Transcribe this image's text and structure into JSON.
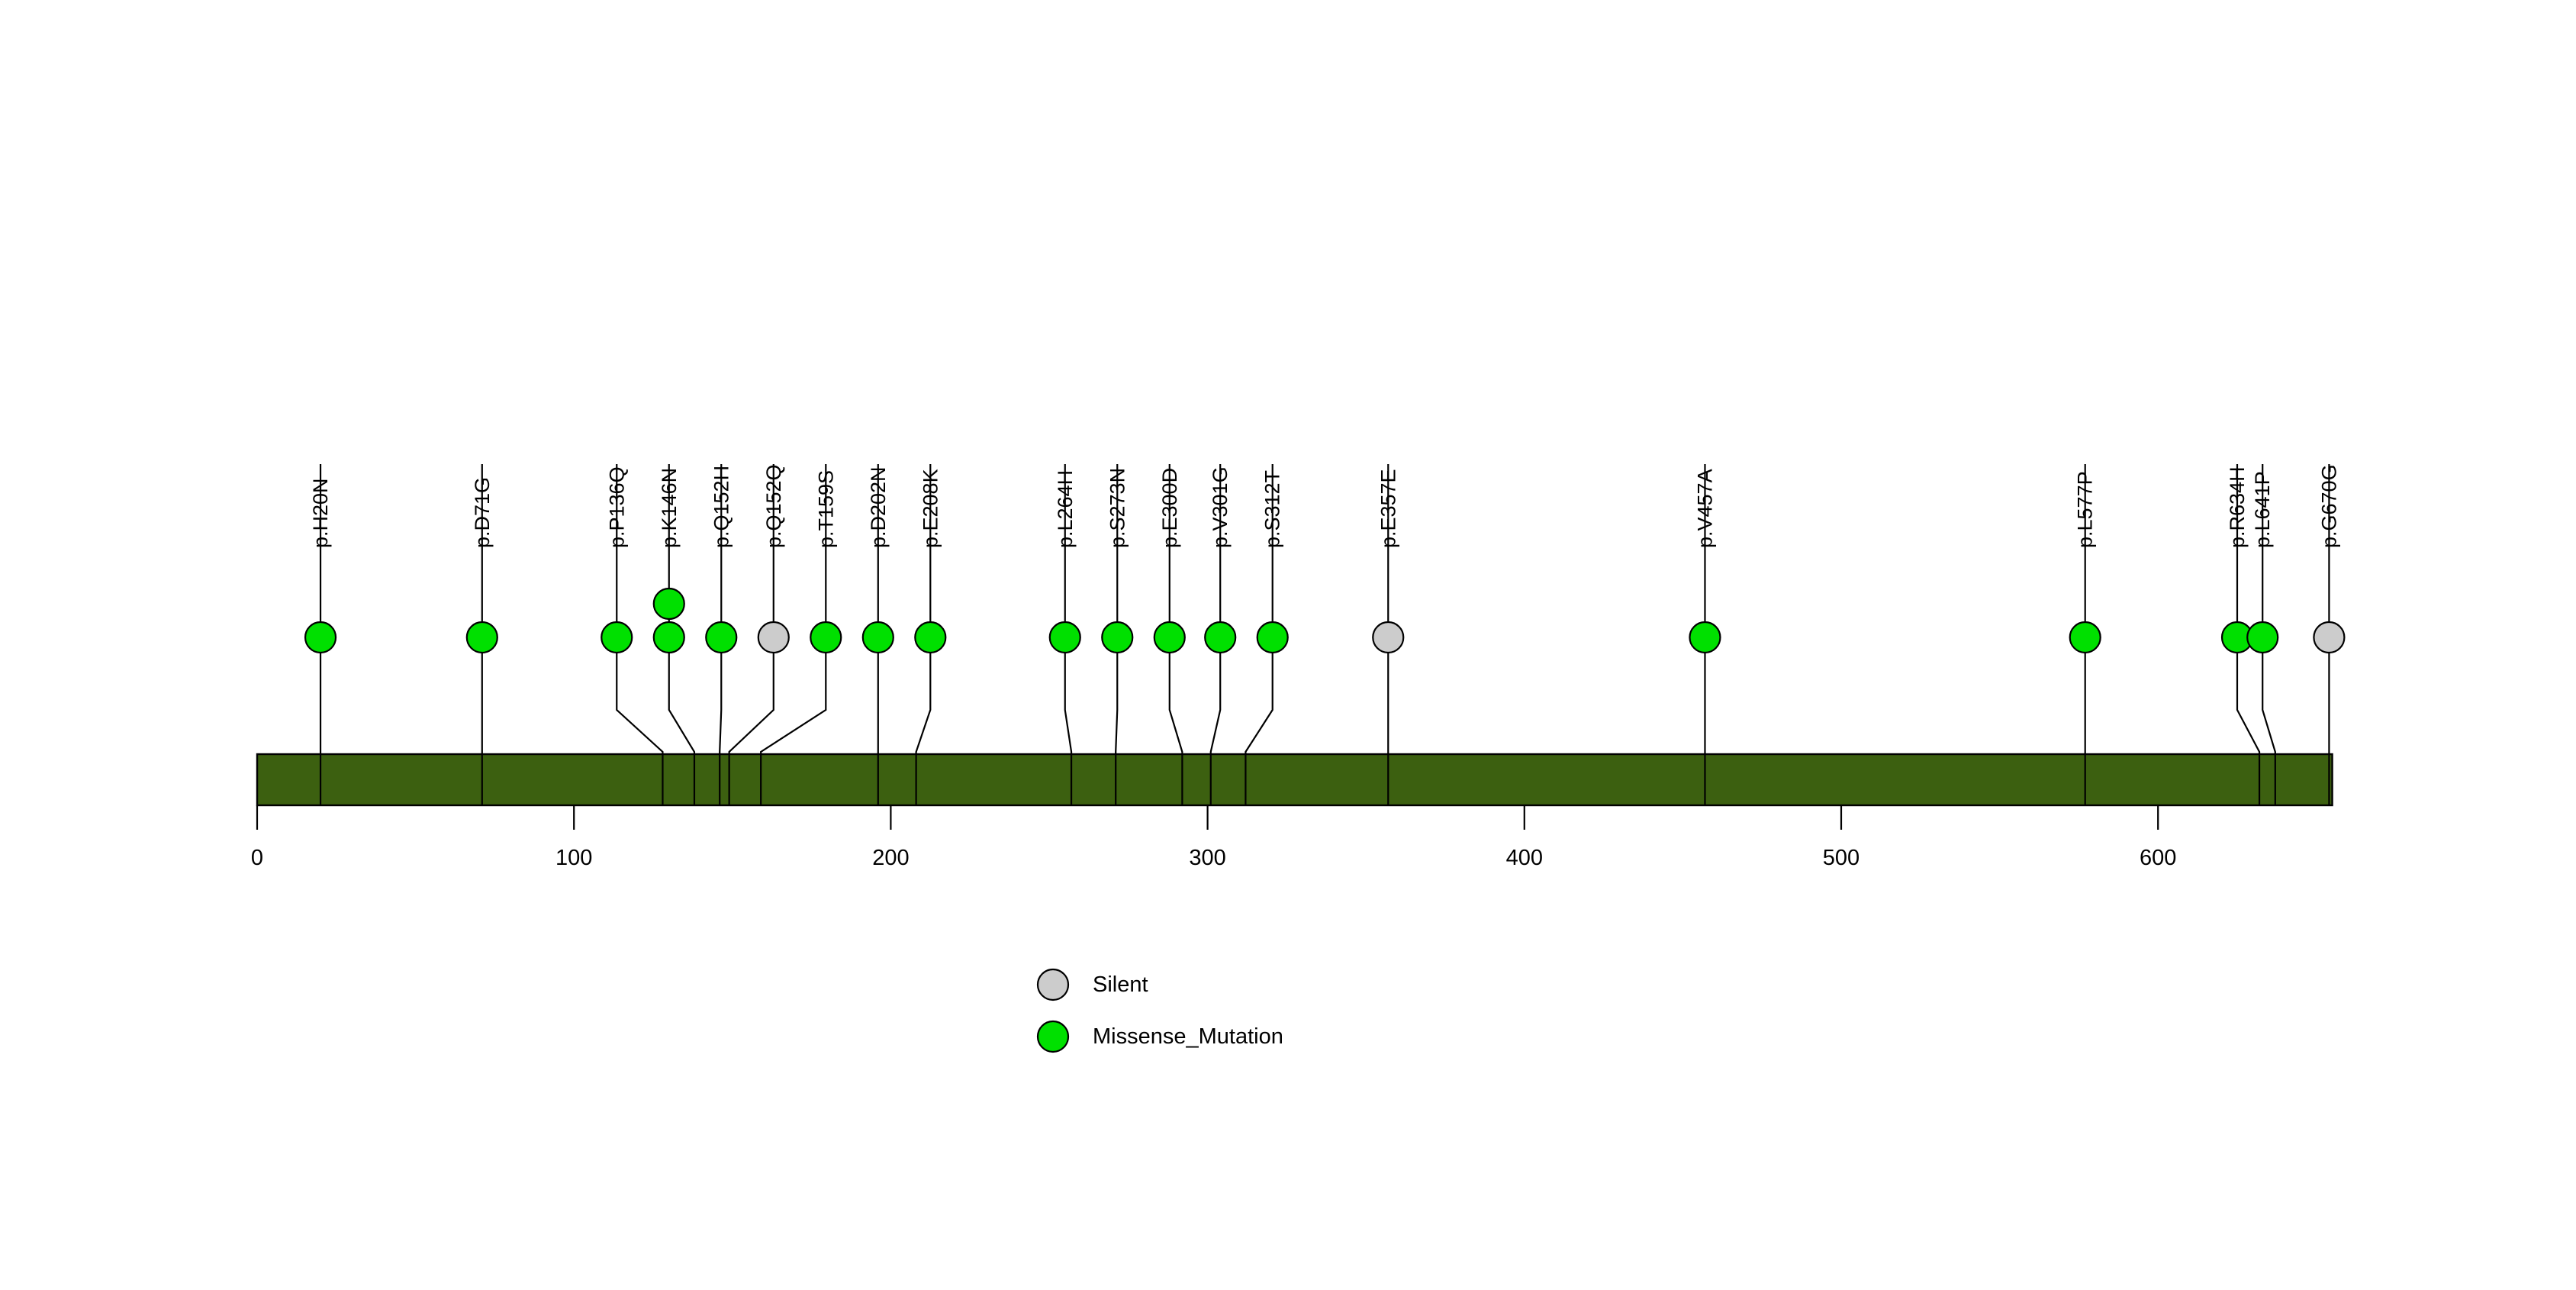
{
  "chart_data": {
    "type": "lollipop",
    "title": "",
    "xlabel": "",
    "ylabel": "",
    "xlim": [
      0,
      655
    ],
    "axis_ticks": [
      0,
      100,
      200,
      300,
      400,
      500,
      600
    ],
    "axis_tick_labels": [
      "0",
      "100",
      "200",
      "300",
      "400",
      "500",
      "600"
    ],
    "protein_bar": {
      "start": 0,
      "end": 655,
      "color": "#3C6010",
      "border_color": "#000000"
    },
    "colors": {
      "silent": "#CCCCCC",
      "missense": "#00E000",
      "stem": "#000000",
      "bar": "#3C6010"
    },
    "mutations": [
      {
        "label": "p.H20N",
        "position": 20,
        "count": 1,
        "type": "Missense_Mutation",
        "color": "#00E000",
        "draw_x": 20,
        "label_x": 20
      },
      {
        "label": "p.D71G",
        "position": 71,
        "count": 1,
        "type": "Missense_Mutation",
        "color": "#00E000",
        "draw_x": 71,
        "label_x": 71
      },
      {
        "label": "p.P136Q",
        "position": 128,
        "count": 1,
        "type": "Missense_Mutation",
        "color": "#00E000",
        "draw_x": 113.5,
        "label_x": 113.5
      },
      {
        "label": "p.K146N",
        "position": 138,
        "count": 2,
        "type": "Missense_Mutation",
        "color": "#00E000",
        "draw_x": 130,
        "label_x": 130
      },
      {
        "label": "p.Q152H",
        "position": 146,
        "count": 1,
        "type": "Missense_Mutation",
        "color": "#00E000",
        "draw_x": 146.5,
        "label_x": 146.5
      },
      {
        "label": "p.Q152Q",
        "position": 149,
        "count": 1,
        "type": "Silent",
        "color": "#CCCCCC",
        "draw_x": 163,
        "label_x": 163
      },
      {
        "label": "p.T159S",
        "position": 159,
        "count": 1,
        "type": "Missense_Mutation",
        "color": "#00E000",
        "draw_x": 179.5,
        "label_x": 179.5
      },
      {
        "label": "p.D202N",
        "position": 196,
        "count": 1,
        "type": "Missense_Mutation",
        "color": "#00E000",
        "draw_x": 196,
        "label_x": 196
      },
      {
        "label": "p.E208K",
        "position": 208,
        "count": 1,
        "type": "Missense_Mutation",
        "color": "#00E000",
        "draw_x": 212.5,
        "label_x": 212.5
      },
      {
        "label": "p.L264H",
        "position": 257,
        "count": 1,
        "type": "Missense_Mutation",
        "color": "#00E000",
        "draw_x": 255,
        "label_x": 255
      },
      {
        "label": "p.S273N",
        "position": 271,
        "count": 1,
        "type": "Missense_Mutation",
        "color": "#00E000",
        "draw_x": 271.5,
        "label_x": 271.5
      },
      {
        "label": "p.E300D",
        "position": 292,
        "count": 1,
        "type": "Missense_Mutation",
        "color": "#00E000",
        "draw_x": 288,
        "label_x": 288
      },
      {
        "label": "p.V301G",
        "position": 301,
        "count": 1,
        "type": "Missense_Mutation",
        "color": "#00E000",
        "draw_x": 304,
        "label_x": 304
      },
      {
        "label": "p.S312T",
        "position": 312,
        "count": 1,
        "type": "Missense_Mutation",
        "color": "#00E000",
        "draw_x": 320.5,
        "label_x": 320.5
      },
      {
        "label": "p.E357E",
        "position": 357,
        "count": 1,
        "type": "Silent",
        "color": "#CCCCCC",
        "draw_x": 357,
        "label_x": 357
      },
      {
        "label": "p.V457A",
        "position": 457,
        "count": 1,
        "type": "Missense_Mutation",
        "color": "#00E000",
        "draw_x": 457,
        "label_x": 457
      },
      {
        "label": "p.L577P",
        "position": 577,
        "count": 1,
        "type": "Missense_Mutation",
        "color": "#00E000",
        "draw_x": 577,
        "label_x": 577
      },
      {
        "label": "p.R634H",
        "position": 632,
        "count": 1,
        "type": "Missense_Mutation",
        "color": "#00E000",
        "draw_x": 625,
        "label_x": 625
      },
      {
        "label": "p.L641P",
        "position": 637,
        "count": 1,
        "type": "Missense_Mutation",
        "color": "#00E000",
        "draw_x": 633,
        "label_x": 633
      },
      {
        "label": "p.G670G",
        "position": 654,
        "count": 1,
        "type": "Silent",
        "color": "#CCCCCC",
        "draw_x": 654,
        "label_x": 654
      }
    ],
    "legend": {
      "position": "bottom-center",
      "entries": [
        {
          "label": "Silent",
          "color": "#CCCCCC"
        },
        {
          "label": "Missense_Mutation",
          "color": "#00E000"
        }
      ]
    }
  }
}
